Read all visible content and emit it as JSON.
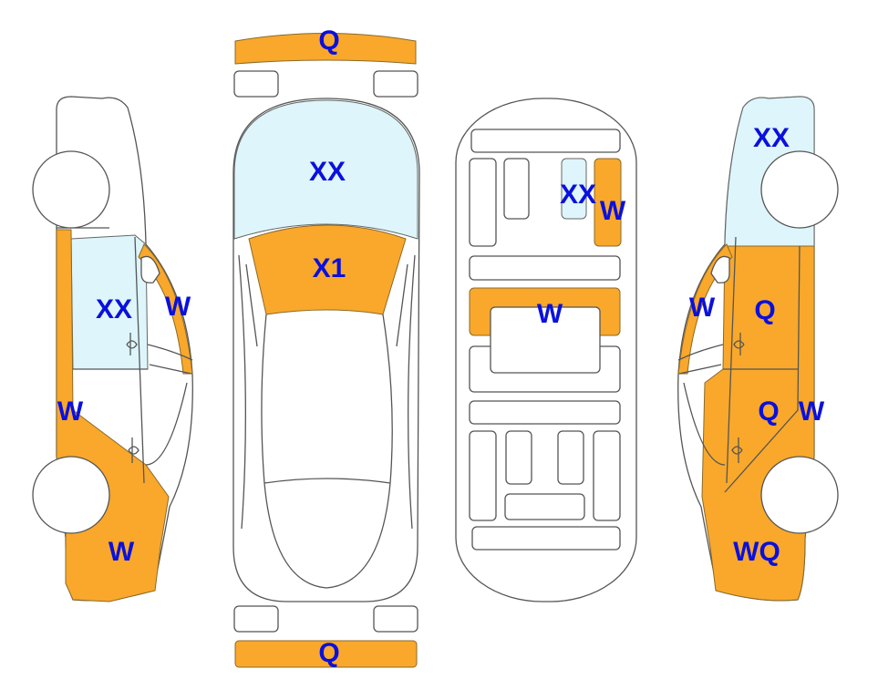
{
  "colors": {
    "damaged": "#F9A82B",
    "glass": "#DDF5FB",
    "label": "#0A10DD",
    "outline": "#555555"
  },
  "left_side": {
    "labels": [
      "XX",
      "W",
      "W",
      "W"
    ]
  },
  "top_view": {
    "front_bumper": "Q",
    "windshield": "XX",
    "hood": "X1",
    "rear_bumper": "Q"
  },
  "interior_view": {
    "labels": [
      "XX",
      "W",
      "W"
    ]
  },
  "right_side": {
    "labels": [
      "XX",
      "Q",
      "W",
      "Q",
      "W",
      "WQ"
    ]
  }
}
